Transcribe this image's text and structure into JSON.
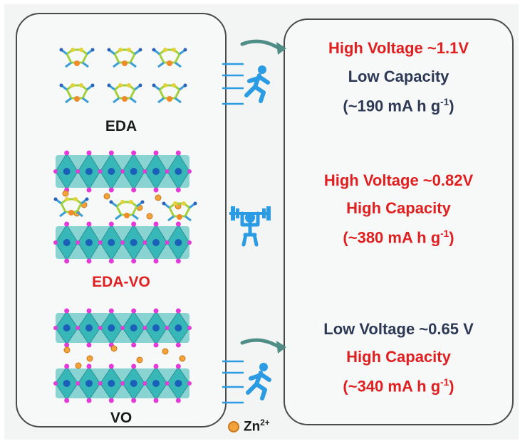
{
  "colors": {
    "red_text": "#e02020",
    "navy_text": "#2e3a55",
    "octahedron": "#2fb5b5",
    "vanadium": "#1a5fb8",
    "oxygen": "#e33ad8",
    "zinc_ion": "#f2a23a",
    "runner": "#2b9be3",
    "arrow": "#4f8e86"
  },
  "structures": [
    {
      "label": "EDA"
    },
    {
      "label": "EDA-VO"
    },
    {
      "label": "VO"
    }
  ],
  "properties": [
    {
      "voltage": "High Voltage  ~1.1V",
      "capacity": "Low Capacity",
      "capacity_value_main": "(~190 mA h g",
      "capacity_value_sup": "-1",
      "capacity_value_end": ")"
    },
    {
      "voltage": "High Voltage  ~0.82V",
      "capacity": "High Capacity",
      "capacity_value_main": "(~380 mA h g",
      "capacity_value_sup": "-1",
      "capacity_value_end": ")"
    },
    {
      "voltage": "Low Voltage  ~0.65 V",
      "capacity": "High Capacity",
      "capacity_value_main": "(~340 mA h g",
      "capacity_value_sup": "-1",
      "capacity_value_end": ")"
    }
  ],
  "legend": {
    "label_main": "Zn",
    "label_sup": "2+"
  },
  "icons": {
    "top_figure": "running-person-icon",
    "middle_figure": "weightlifter-icon",
    "bottom_figure": "running-person-icon"
  }
}
